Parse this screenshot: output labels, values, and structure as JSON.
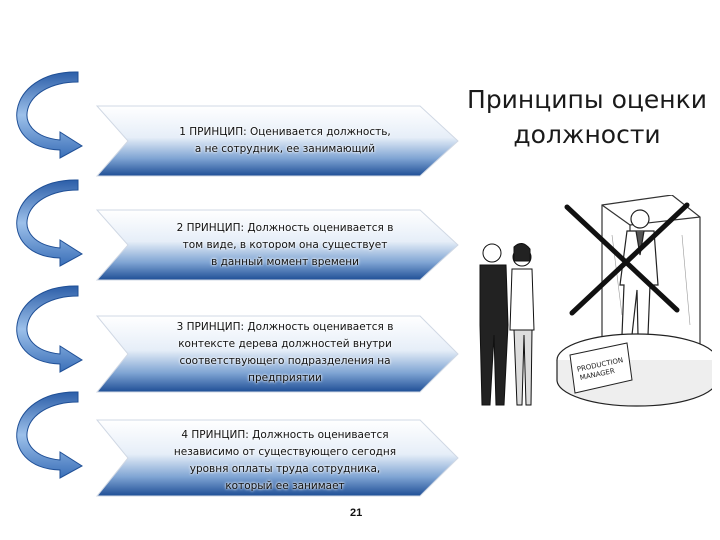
{
  "slide": {
    "title_line1": "Принципы оценки",
    "title_line2": "должности",
    "page_number": "21"
  },
  "principles": [
    {
      "line1": "1 ПРИНЦИП:   Оценивается должность,",
      "line2": "а не сотрудник, ее занимающий"
    },
    {
      "line1": "2 ПРИНЦИП:   Должность оценивается в",
      "line2": "том виде, в котором она существует",
      "line3": "в данный момент времени"
    },
    {
      "line1": "3 ПРИНЦИП:   Должность оценивается  в",
      "line2": "контексте  дерева должностей внутри",
      "line3": "соответствующего подразделения на",
      "line4": "предприятии"
    },
    {
      "line1": "4 ПРИНЦИП:   Должность оценивается",
      "line2": "независимо  от существующего сегодня",
      "line3": "уровня оплаты труда сотрудника,",
      "line4": "который ее занимает"
    }
  ],
  "illustration": {
    "sign_text_line1": "PRODUCTION",
    "sign_text_line2": "MANAGER"
  },
  "colors": {
    "arrow_dark": "#1f4f96",
    "arrow_light": "#ffffff",
    "curve_dark": "#3a6fb8",
    "curve_light": "#9cc0ea"
  }
}
